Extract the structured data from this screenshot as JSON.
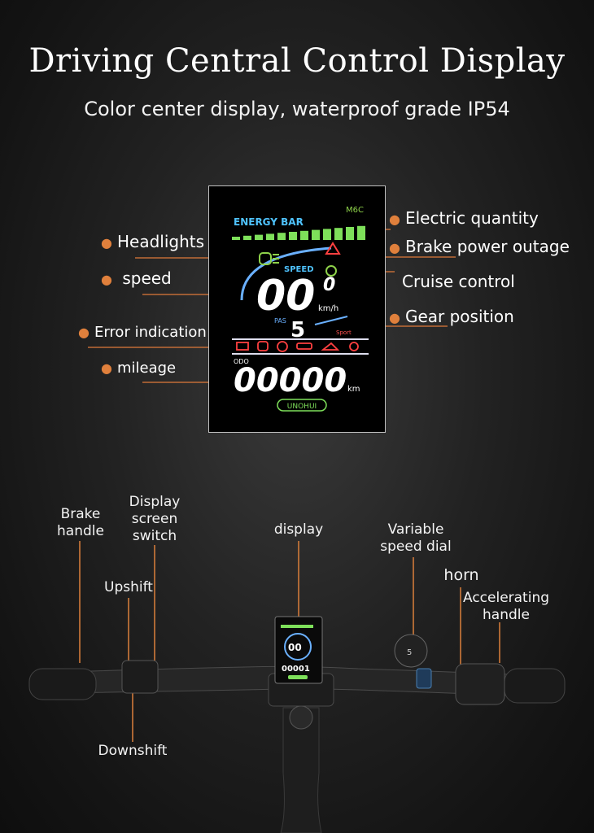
{
  "header": {
    "title": "Driving Central Control Display",
    "subtitle": "Color center display, waterproof grade IP54"
  },
  "display": {
    "model": "M6C",
    "energy_bar_label": "ENERGY BAR",
    "speed_label": "SPEED",
    "speed_digits": "00",
    "speed_decimal": "0",
    "speed_unit": "km/h",
    "pas_label": "PAS",
    "gear": "5",
    "sport_label": "Sport",
    "odo_label": "ODO",
    "mileage_digits": "00000",
    "mileage_unit": "km",
    "brand": "UNOHUI",
    "colors": {
      "energy": "#7ee05a",
      "speed_ring": "#6ab0ff",
      "warning": "#ff4040",
      "label_blue": "#4fc3ff"
    }
  },
  "callouts": {
    "headlights": "Headlights",
    "speed": "speed",
    "error_indication": "Error indication",
    "mileage": "mileage",
    "electric_quantity": "Electric quantity",
    "brake_power_outage": "Brake power outage",
    "cruise_control": "Cruise control",
    "gear_position": "Gear position"
  },
  "bike": {
    "brake_handle": "Brake handle",
    "display_screen_switch": "Display screen switch",
    "upshift": "Upshift",
    "display": "display",
    "variable_speed_dial": "Variable speed dial",
    "horn": "horn",
    "accelerating_handle": "Accelerating handle",
    "downshift": "Downshift",
    "dial_gear": "5",
    "mini_mileage": "00001"
  }
}
